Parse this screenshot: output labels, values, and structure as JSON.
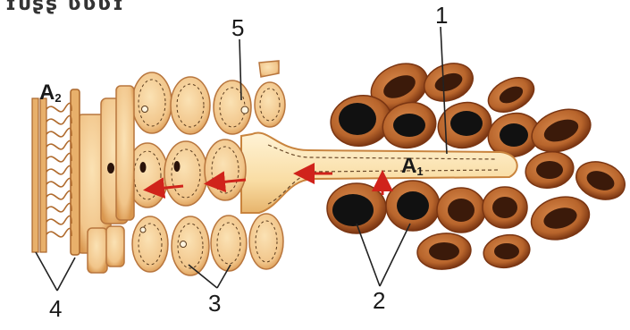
{
  "cropped_header": "ɪᴜʂʂ ʋʋʋɪ",
  "labels": {
    "n1": "1",
    "n2": "2",
    "n3": "3",
    "n4": "4",
    "n5": "5",
    "a2_letter": "A",
    "a2_sub": "2",
    "a1_letter": "A",
    "a1_sub": "1"
  },
  "colors": {
    "dark_cell_fill": "#b8652c",
    "dark_cell_edge": "#7a3512",
    "nucleus": "#1c0d06",
    "light_cell": "#f1c58a",
    "light_cell_edge": "#b8763e",
    "fiber_fill": "#fbe6b9",
    "arrow": "#d0231b",
    "line": "#222222"
  }
}
